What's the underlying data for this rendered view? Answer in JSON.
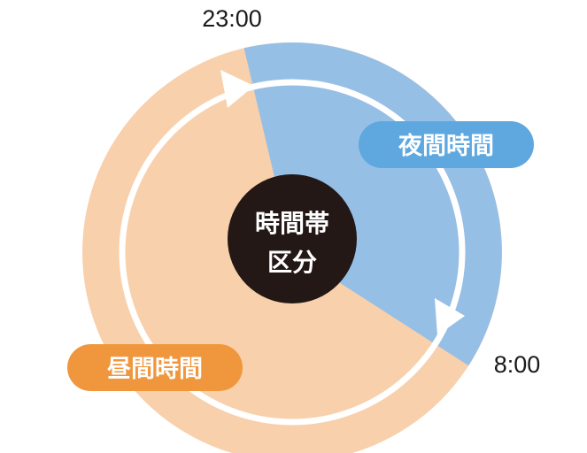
{
  "center": {
    "line1": "時間帯",
    "line2": "区分"
  },
  "labels": {
    "night": "夜間時間",
    "day": "昼間時間"
  },
  "times": {
    "start_night": "23:00",
    "end_night": "8:00"
  },
  "colors": {
    "night_fill": "#96bfe6",
    "night_pill": "#5ea8df",
    "day_fill": "#f8d0ab",
    "day_pill": "#f0963d",
    "center": "#231815",
    "arrow": "#ffffff"
  }
}
